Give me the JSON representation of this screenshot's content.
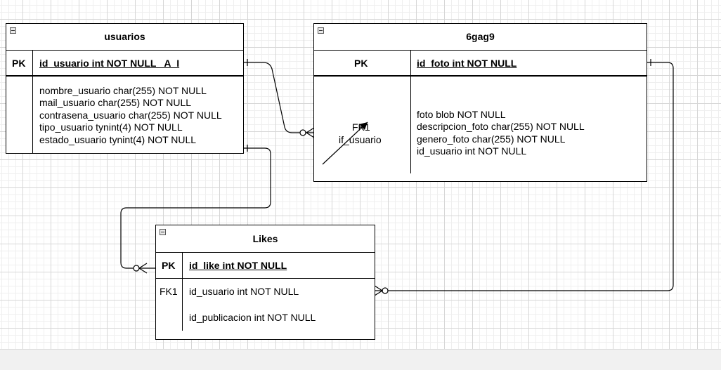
{
  "entities": {
    "usuarios": {
      "title": "usuarios",
      "pk_key": "PK",
      "pk_field": "id_usuario int NOT NULL   A_I",
      "attributes": [
        "nombre_usuario char(255) NOT NULL",
        "mail_usuario char(255) NOT NULL",
        "contrasena_usuario char(255) NOT NULL",
        "tipo_usuario tynint(4) NOT NULL",
        "estado_usuario tynint(4) NOT NULL"
      ]
    },
    "gag": {
      "title": "6gag9",
      "pk_key": "PK",
      "pk_field": "id_foto int NOT NULL",
      "fk_key": "FK1",
      "fk_field": "if_usuario",
      "attributes": [
        "foto blob NOT NULL",
        "descripcion_foto char(255) NOT NULL",
        "genero_foto char(255) NOT NULL",
        "id_usuario int NOT NULL"
      ]
    },
    "likes": {
      "title": "Likes",
      "pk_key": "PK",
      "pk_field": "id_like int NOT NULL",
      "fk_key": "FK1",
      "fk_field": "id_usuario int NOT NULL",
      "extra_field": "id_publicacion int NOT NULL"
    }
  },
  "colors": {
    "line": "#000000",
    "grid": "#d6d6d6",
    "background": "#ffffff"
  }
}
